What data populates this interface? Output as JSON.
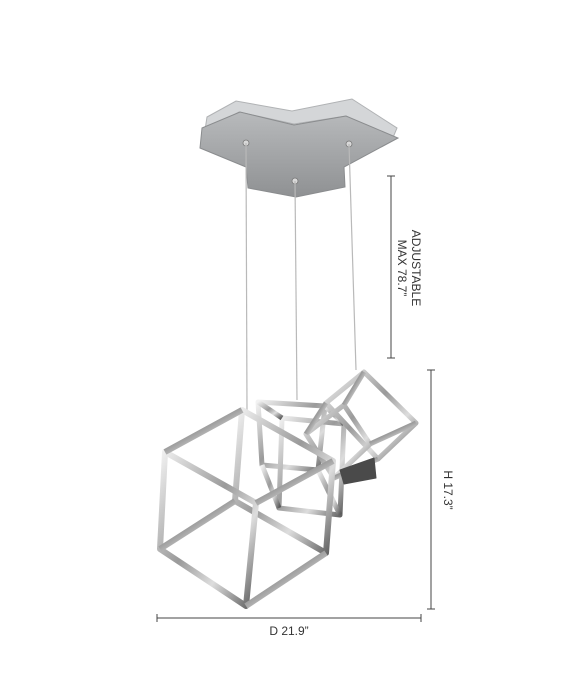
{
  "dimensions": {
    "cable_drop": "ADJUSTABLE MAX 78.7”",
    "cable_drop_line1": "ADJUSTABLE",
    "cable_drop_line2": "MAX 78.7”",
    "height": "H 17.3”",
    "depth": "D 21.9”"
  },
  "colors": {
    "canopy_top": "#cfd1d3",
    "canopy_face": "#a9abad",
    "frame_light": "#eeeeee",
    "frame_dark": "#555555",
    "dimension_line": "#444444"
  }
}
